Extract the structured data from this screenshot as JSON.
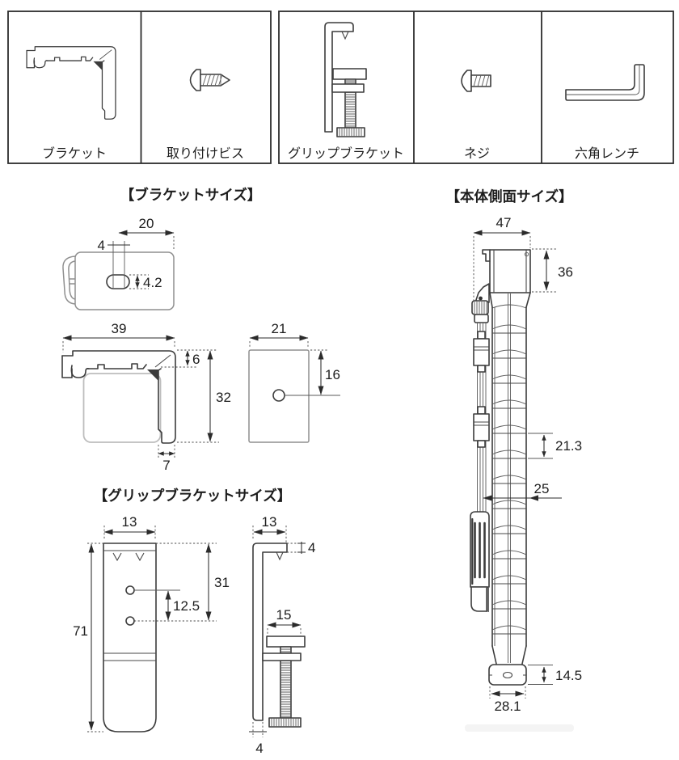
{
  "parts": [
    {
      "label": "ブラケット",
      "icon": "bracket-profile-icon"
    },
    {
      "label": "取り付けビス",
      "icon": "mounting-screw-icon"
    },
    {
      "label": "グリップブラケット",
      "icon": "grip-bracket-icon"
    },
    {
      "label": "ネジ",
      "icon": "screw-icon"
    },
    {
      "label": "六角レンチ",
      "icon": "hex-wrench-icon"
    }
  ],
  "sections": {
    "bracket_size": {
      "title": "【ブラケットサイズ】",
      "top_view": {
        "width_mm": "20",
        "slot_width_mm": "4",
        "slot_height_mm": "4.2"
      },
      "side_view": {
        "width_mm": "39",
        "lip_mm": "6",
        "height_mm": "32",
        "foot_mm": "7"
      },
      "plate_view": {
        "width_mm": "21",
        "hole_offset_mm": "16"
      }
    },
    "grip_bracket_size": {
      "title": "【グリップブラケットサイズ】",
      "front_view": {
        "width_mm": "13",
        "height_mm": "71",
        "hole_top_mm": "31",
        "hole_pitch_mm": "12.5"
      },
      "side_view": {
        "width_mm": "13",
        "arm_mm": "4",
        "pad_mm": "15",
        "bar_mm": "4"
      }
    },
    "body_size": {
      "title": "【本体側面サイズ】",
      "head_width_mm": "47",
      "head_height_mm": "36",
      "pleat_pitch_mm": "21.3",
      "depth_mm": "25",
      "rail_height_mm": "14.5",
      "rail_width_mm": "28.1"
    }
  },
  "colors": {
    "line": "#3c3c3c",
    "dim": "#2b2b2b",
    "light_gray": "#bdbdbd"
  }
}
